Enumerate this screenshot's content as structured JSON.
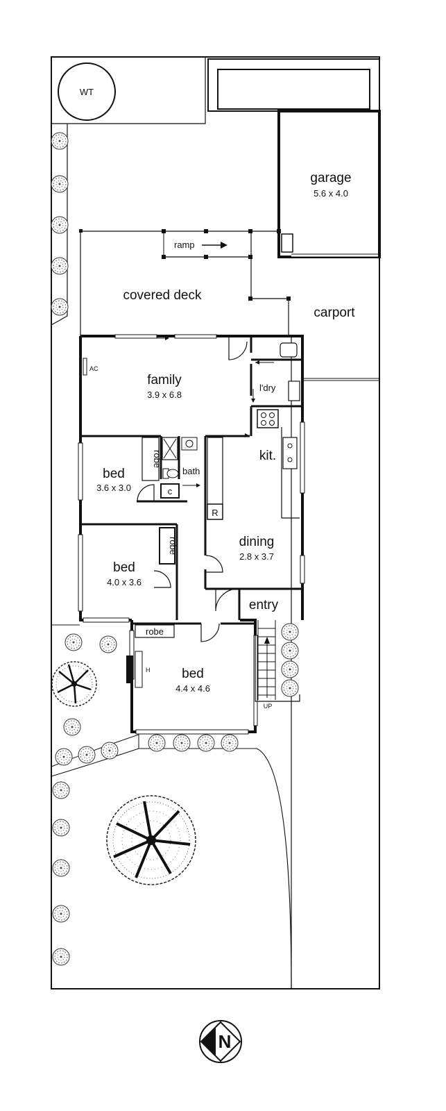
{
  "rooms": {
    "garage": {
      "label": "garage",
      "dims": "5.6 x 4.0"
    },
    "covered_deck": {
      "label": "covered deck"
    },
    "carport": {
      "label": "carport"
    },
    "family": {
      "label": "family",
      "dims": "3.9 x 6.8"
    },
    "laundry": {
      "label": "l'dry"
    },
    "kitchen": {
      "label": "kit."
    },
    "bed1": {
      "label": "bed",
      "dims": "3.6 x 3.0"
    },
    "bath": {
      "label": "bath"
    },
    "bed2": {
      "label": "bed",
      "dims": "4.0 x 3.6"
    },
    "dining": {
      "label": "dining",
      "dims": "2.8 x 3.7"
    },
    "entry": {
      "label": "entry"
    },
    "bed3": {
      "label": "bed",
      "dims": "4.4 x 4.6"
    }
  },
  "labels": {
    "water_tank": "WT",
    "ramp": "ramp",
    "ac": "AC",
    "robe1": "robe",
    "robe2": "robe",
    "robe3": "robe",
    "cupboard": "c",
    "fridge": "R",
    "heater": "H",
    "stairs_up": "UP",
    "compass": "N"
  }
}
